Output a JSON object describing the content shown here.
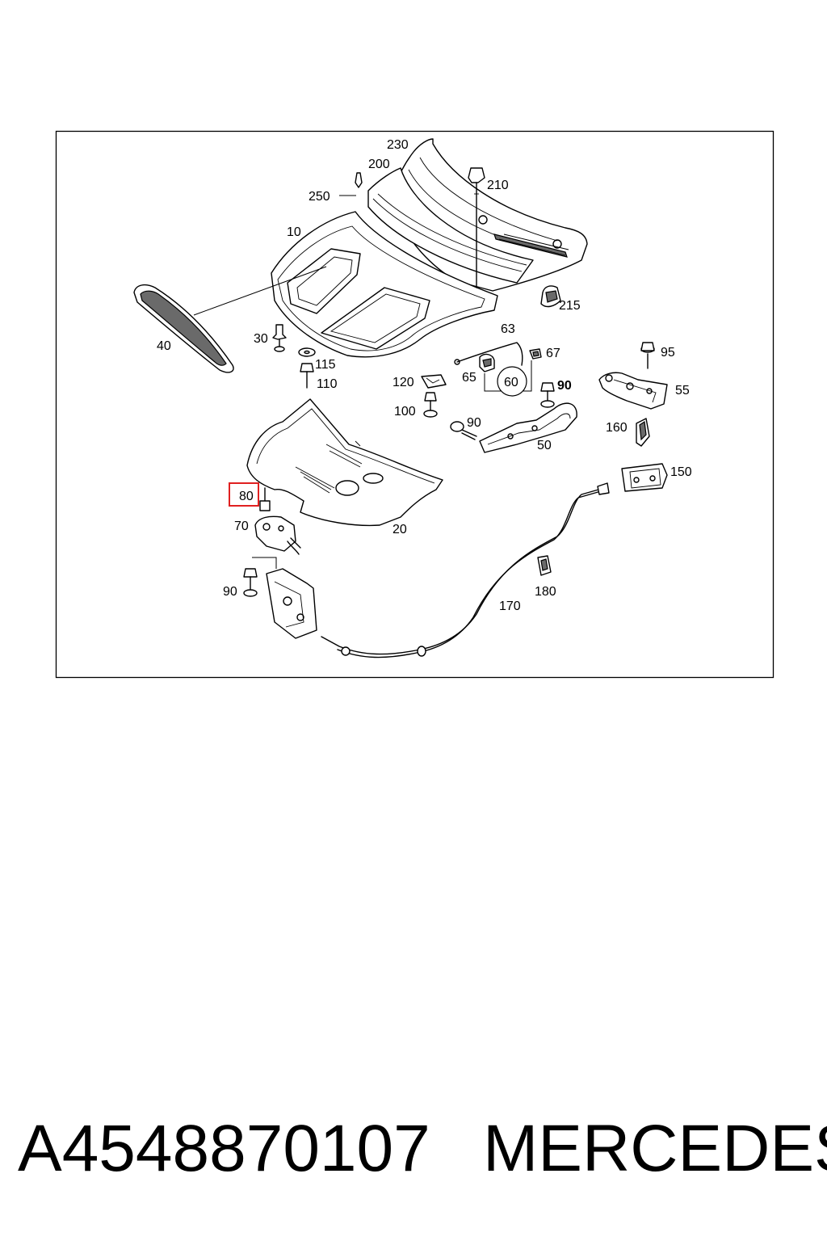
{
  "diagram": {
    "labels": {
      "p230": "230",
      "p200": "200",
      "p210": "210",
      "p250": "250",
      "p10": "10",
      "p215": "215",
      "p40": "40",
      "p30": "30",
      "p115": "115",
      "p110": "110",
      "p63": "63",
      "p67": "67",
      "p95": "95",
      "p120": "120",
      "p65": "65",
      "p60": "60",
      "p90a": "90",
      "p55": "55",
      "p100": "100",
      "p90b": "90",
      "p160": "160",
      "p50": "50",
      "p150": "150",
      "p80": "80",
      "p70": "70",
      "p20": "20",
      "p180": "180",
      "p90c": "90",
      "p170": "170"
    },
    "highlighted_part": "80",
    "highlight_color": "#e02020",
    "line_color": "#000000"
  },
  "caption": {
    "part_number": "A4548870107",
    "brand": "MERCEDES"
  }
}
